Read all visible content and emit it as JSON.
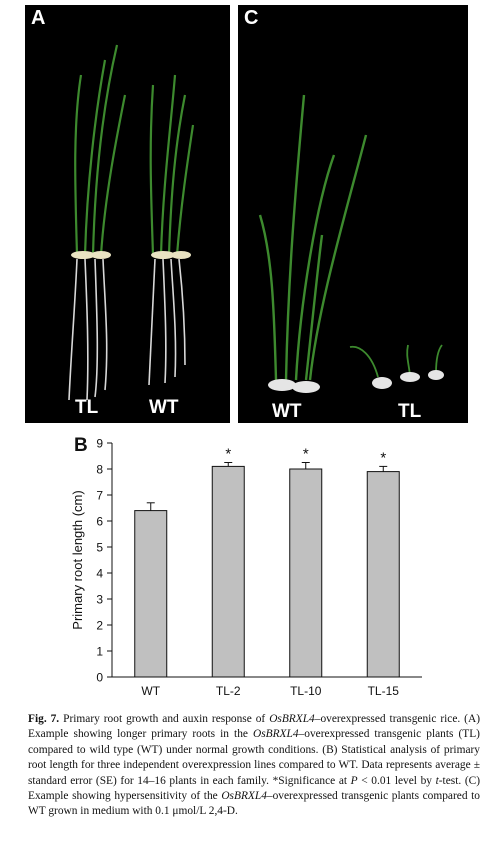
{
  "panel_a": {
    "letter": "A",
    "labels": [
      "TL",
      "WT"
    ]
  },
  "panel_c": {
    "letter": "C",
    "labels": [
      "WT",
      "TL"
    ]
  },
  "chart_data": {
    "type": "bar",
    "panel_letter": "B",
    "categories": [
      "WT",
      "TL-2",
      "TL-10",
      "TL-15"
    ],
    "values": [
      6.4,
      8.1,
      8.0,
      7.9
    ],
    "errors": [
      0.3,
      0.15,
      0.25,
      0.2
    ],
    "significance": [
      "",
      "*",
      "*",
      "*"
    ],
    "ylabel": "Primary root length (cm)",
    "xlabel": "",
    "ylim": [
      0,
      9
    ],
    "yticks": [
      0,
      1,
      2,
      3,
      4,
      5,
      6,
      7,
      8,
      9
    ],
    "bar_color": "#c0c0c0",
    "grid": false
  },
  "caption": {
    "fig_label": "Fig. 7.",
    "text_1": " Primary root growth and auxin response of ",
    "gene_1": "OsBRXL4",
    "text_2": "–overexpressed transgenic rice. (A) Example showing longer primary roots in the ",
    "gene_2": "OsBRXL4",
    "text_3": "–overexpressed transgenic plants (TL) compared to wild type (WT) under normal growth conditions. (B) Statistical analysis of primary root length for three independent overexpression lines compared to WT. Data represents average ± standard error (SE) for 14–16 plants in each family. *Significance at ",
    "p_var": "P",
    "text_4": " < 0.01 level by ",
    "t_var": "t",
    "text_5": "-test. (C) Example showing hypersensitivity of the ",
    "gene_3": "OsBRXL4",
    "text_6": "–overexpressed transgenic plants compared to WT grown in medium with 0.1 μmol/L 2,4-D."
  }
}
